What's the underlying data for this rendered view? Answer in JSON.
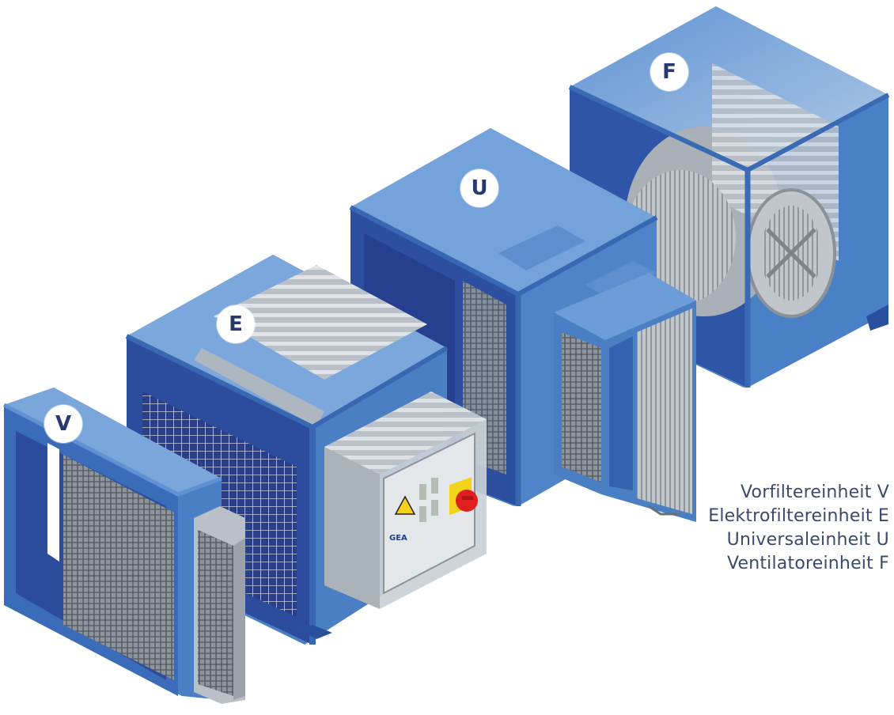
{
  "diagram": {
    "type": "isometric exploded view of modular air filtration unit",
    "colors": {
      "housing_light": "#6d9dd8",
      "housing_mid": "#4a7fc4",
      "housing_dark": "#2a4f9e",
      "metal": "#b8bfc6",
      "label_text": "#27396e",
      "legend_text": "#3b4a6a",
      "switch_red": "#e02020",
      "switch_yellow": "#f2d21a"
    },
    "modules": [
      {
        "id": "V",
        "badge": "V",
        "name": "Vorfiltereinheit"
      },
      {
        "id": "E",
        "badge": "E",
        "name": "Elektrofiltereinheit"
      },
      {
        "id": "U",
        "badge": "U",
        "name": "Universaleinheit"
      },
      {
        "id": "F",
        "badge": "F",
        "name": "Ventilatoreinheit"
      }
    ],
    "control_panel": {
      "brand": "GEA"
    }
  },
  "legend": {
    "items": [
      "Vorfiltereinheit V",
      "Elektrofiltereinheit E",
      "Universaleinheit U",
      "Ventilatoreinheit F"
    ]
  }
}
